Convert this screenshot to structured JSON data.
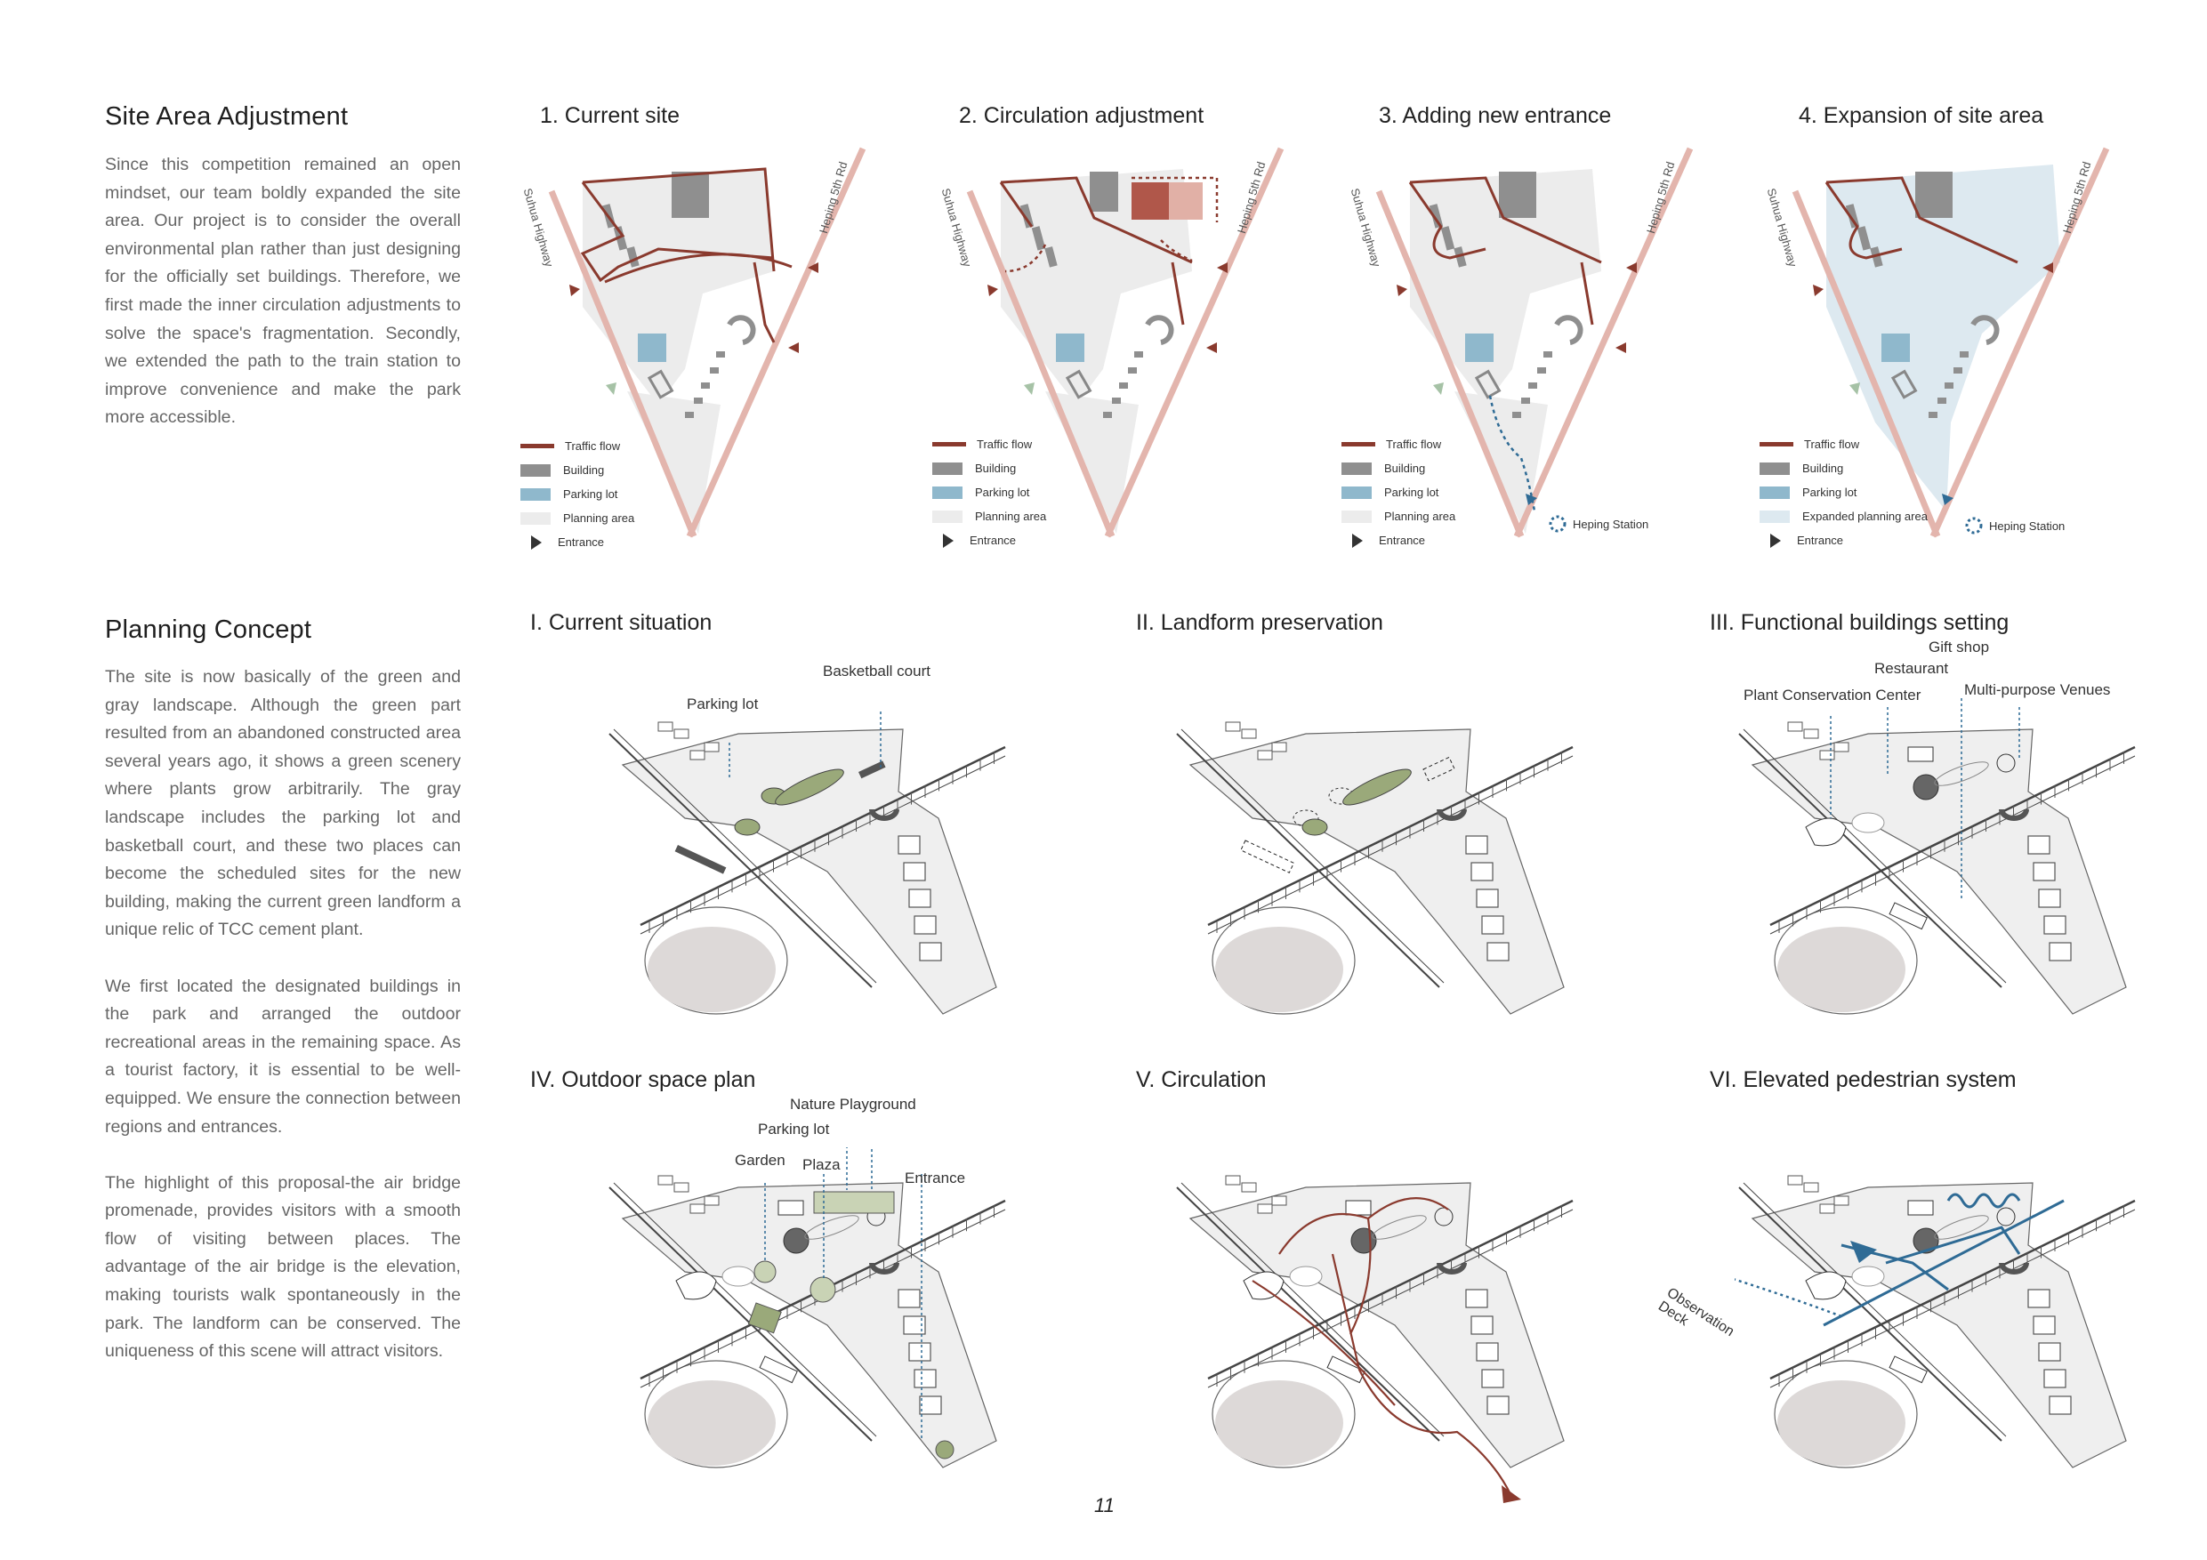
{
  "section1": {
    "title": "Site Area Adjustment",
    "body": "Since this competition remained an open mindset, our team boldly expanded the site area. Our project is to consider the overall environmental plan rather than just designing for the officially set buildings. Therefore, we first made the inner circulation adjustments to solve the space's fragmentation. Secondly, we extended the path to the train station to improve convenience and make the park more accessible."
  },
  "section2": {
    "title": "Planning Concept",
    "p1": "The site is now basically of the green and gray landscape. Although the green part resulted from an abandoned constructed area several years ago, it shows a green scenery where plants grow arbitrarily. The gray landscape includes the parking lot and basketball court, and these two places can become the scheduled sites for the new building, making the current green landform a unique relic of TCC cement plant.",
    "p2": "We first located the designated buildings in the park and arranged the outdoor recreational areas in the remaining space. As a tourist factory, it is essential to be well-equipped. We ensure the connection between regions and entrances.",
    "p3": "The highlight of this proposal-the air bridge promenade, provides visitors with a smooth flow of visiting between places. The advantage of the air bridge is the elevation, making tourists walk spontaneously in the park. The landform can be conserved. The uniqueness of this scene will attract visitors."
  },
  "site_diagrams": [
    {
      "title": "1. Current site"
    },
    {
      "title": "2. Circulation adjustment"
    },
    {
      "title": "3. Adding new entrance"
    },
    {
      "title": "4. Expansion of site area"
    }
  ],
  "roads": {
    "left": "Suhua Highway",
    "right": "Heping 5th Rd"
  },
  "legend": {
    "traffic": "Traffic flow",
    "building": "Building",
    "parking": "Parking lot",
    "planning": "Planning area",
    "expanded": "Expanded planning area",
    "entrance": "Entrance"
  },
  "station": "Heping Station",
  "concept_diagrams": [
    {
      "title": "I.  Current situation"
    },
    {
      "title": "II.  Landform preservation"
    },
    {
      "title": "III. Functional buildings setting"
    },
    {
      "title": "IV. Outdoor space plan"
    },
    {
      "title": "V.  Circulation"
    },
    {
      "title": "VI.  Elevated pedestrian system"
    }
  ],
  "annotations": {
    "d1": {
      "parking": "Parking lot",
      "basketball": "Basketball court"
    },
    "d3": {
      "gift": "Gift shop",
      "restaurant": "Restaurant",
      "plant": "Plant Conservation Center",
      "multi": "Multi-purpose Venues"
    },
    "d4": {
      "nature": "Nature Playground",
      "parking": "Parking lot",
      "garden": "Garden",
      "plaza": "Plaza",
      "entrance": "Entrance"
    },
    "d6": {
      "deck": "Observation Deck"
    }
  },
  "page_number": "11",
  "colors": {
    "road": "#e3b5ad",
    "traffic": "#8a3a2e",
    "building": "#8f8f8f",
    "parking": "#8fb8cc",
    "planning": "#ececec",
    "expanded": "#dde9f0",
    "green": "#9aa97a",
    "blue_path": "#2f6b95"
  }
}
